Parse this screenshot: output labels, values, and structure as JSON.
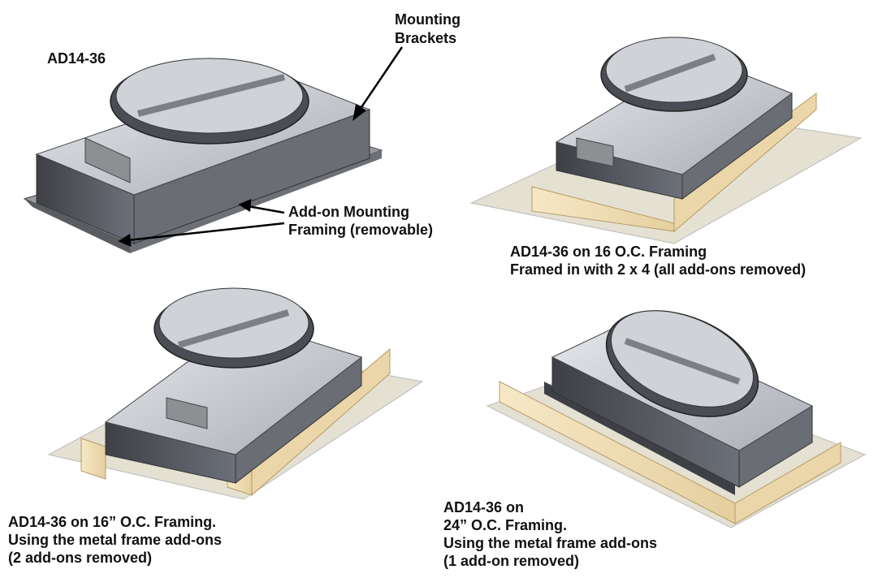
{
  "panel_top_left": {
    "model": "AD14-36",
    "callout_brackets": [
      "Mounting",
      "Brackets"
    ],
    "callout_framing": [
      "Add-on Mounting",
      "Framing (removable)"
    ]
  },
  "panel_top_right": {
    "caption": [
      "AD14-36 on 16 O.C. Framing",
      "Framed in with 2 x 4 (all add-ons removed)"
    ]
  },
  "panel_bottom_left": {
    "caption": [
      "AD14-36 on 16” O.C. Framing.",
      "Using the metal frame add-ons",
      "(2 add-ons removed)"
    ]
  },
  "panel_bottom_right": {
    "caption": [
      "AD14-36 on",
      "24” O.C. Framing.",
      "Using the metal frame add-ons",
      "(1 add-on removed)"
    ]
  },
  "colors": {
    "metal_dark": "#55585f",
    "metal_light": "#c7cad0",
    "wood": "#f1dfb8",
    "board": "#e4e0d2"
  }
}
